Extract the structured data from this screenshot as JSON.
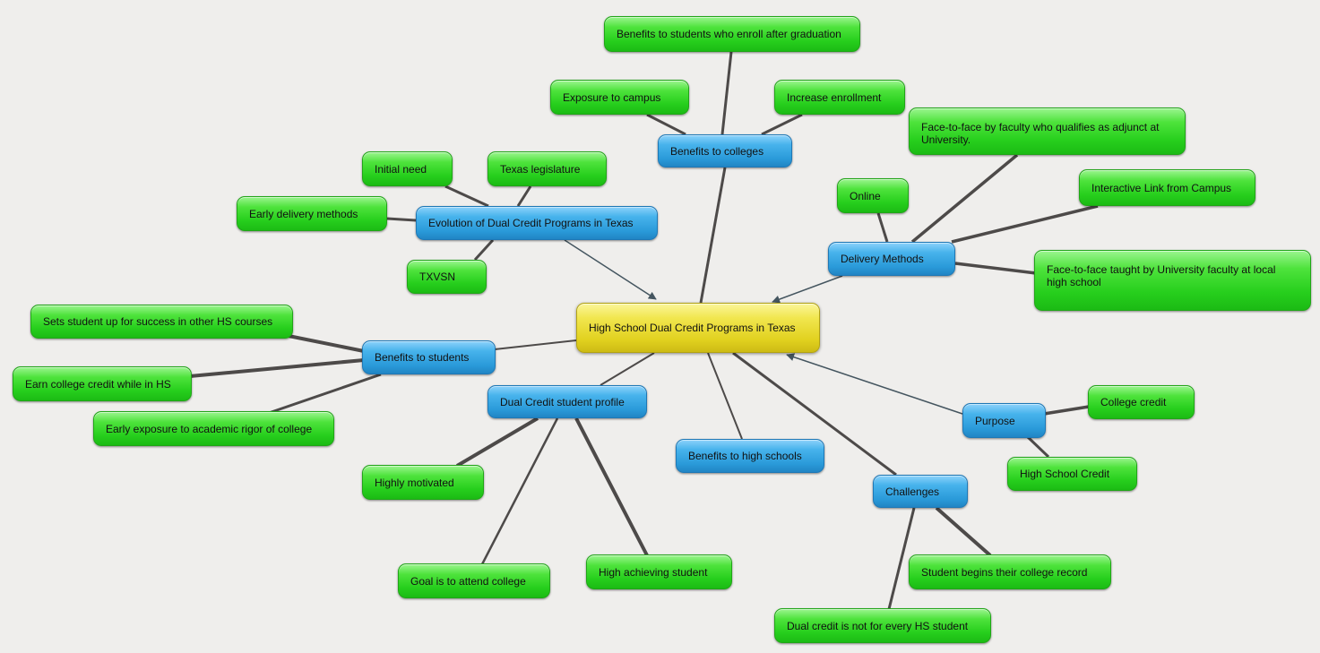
{
  "colors": {
    "background": "#efeeec",
    "link": "#4d4a49",
    "arrow": "#44555f",
    "main_topic": "#e6d62a",
    "subtopic": "#2f9fdf",
    "detail": "#2fd624"
  },
  "mindmap": {
    "center": {
      "label": "High School Dual Credit Programs in Texas"
    },
    "colleges": {
      "label": "Benefits to colleges",
      "children": {
        "after_graduation": "Benefits to students who enroll after graduation",
        "exposure": "Exposure to campus",
        "enrollment": "Increase enrollment"
      }
    },
    "evolution": {
      "label": "Evolution of Dual Credit Programs in Texas",
      "children": {
        "initial_need": "Initial need",
        "legislature": "Texas legislature",
        "early_delivery": "Early delivery methods",
        "txvsn": "TXVSN"
      }
    },
    "delivery": {
      "label": "Delivery Methods",
      "children": {
        "adjunct": "Face-to-face by faculty who qualifies as adjunct at University.",
        "online": "Online",
        "interactive": "Interactive Link from Campus",
        "local": "Face-to-face taught by University faculty at local high school"
      }
    },
    "students": {
      "label": "Benefits to students",
      "children": {
        "success": "Sets student up for success in other HS courses",
        "credit": "Earn college credit while in HS",
        "rigor": "Early exposure to academic rigor of college"
      }
    },
    "profile": {
      "label": "Dual Credit student profile",
      "children": {
        "motivated": "Highly motivated",
        "goal": "Goal is to attend college",
        "achieving": "High achieving student"
      }
    },
    "high_schools": {
      "label": "Benefits to high schools"
    },
    "purpose": {
      "label": "Purpose",
      "children": {
        "college_credit": "College credit",
        "hs_credit": "High School Credit"
      }
    },
    "challenges": {
      "label": "Challenges",
      "children": {
        "record": "Student begins their college record",
        "not_every": "Dual credit is not for every HS student"
      }
    }
  }
}
